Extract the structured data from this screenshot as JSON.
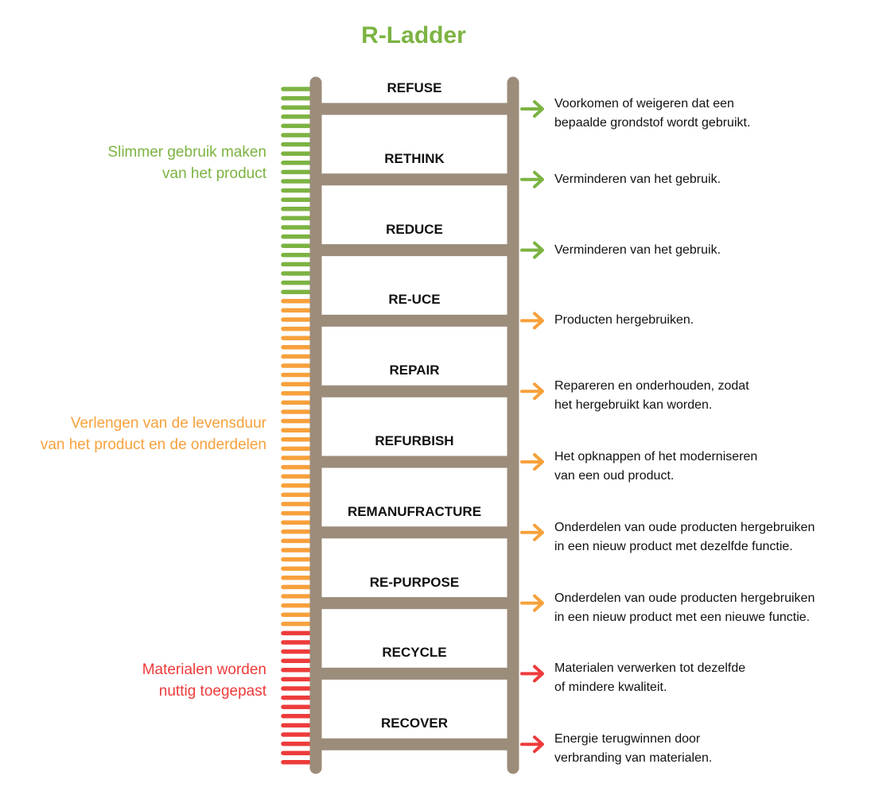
{
  "title": "R-Ladder",
  "colors": {
    "green": "#7cb342",
    "orange": "#f7a13c",
    "red": "#ee3b3b",
    "ladder": "#9c8c7a"
  },
  "groups": [
    {
      "lines": [
        "Slimmer gebruik maken",
        "van het product"
      ],
      "color": "#7cb342"
    },
    {
      "lines": [
        "Verlengen van de levensduur",
        "van het product en de onderdelen"
      ],
      "color": "#f7a13c"
    },
    {
      "lines": [
        "Materialen worden",
        "nuttig toegepast"
      ],
      "color": "#ee3b3b"
    }
  ],
  "rungs": [
    {
      "label": "REFUSE",
      "color": "#7cb342",
      "description": [
        "Voorkomen of weigeren dat een",
        "bepaalde grondstof wordt gebruikt."
      ]
    },
    {
      "label": "RETHINK",
      "color": "#7cb342",
      "description": [
        "Verminderen van het gebruik."
      ]
    },
    {
      "label": "REDUCE",
      "color": "#7cb342",
      "description": [
        "Verminderen van het gebruik."
      ]
    },
    {
      "label": "RE-UCE",
      "color": "#f7a13c",
      "description": [
        "Producten hergebruiken."
      ]
    },
    {
      "label": "REPAIR",
      "color": "#f7a13c",
      "description": [
        "Repareren en onderhouden, zodat",
        "het hergebruikt kan worden."
      ]
    },
    {
      "label": "REFURBISH",
      "color": "#f7a13c",
      "description": [
        "Het opknappen of het moderniseren",
        "van een oud product."
      ]
    },
    {
      "label": "REMANUFRACTURE",
      "color": "#f7a13c",
      "description": [
        "Onderdelen van oude producten hergebruiken",
        "in een nieuw product met dezelfde functie."
      ]
    },
    {
      "label": "RE-PURPOSE",
      "color": "#f7a13c",
      "description": [
        "Onderdelen van oude producten hergebruiken",
        "in een nieuw product met een nieuwe functie."
      ]
    },
    {
      "label": "RECYCLE",
      "color": "#ee3b3b",
      "description": [
        "Materialen verwerken tot dezelfde",
        "of mindere kwaliteit."
      ]
    },
    {
      "label": "RECOVER",
      "color": "#ee3b3b",
      "description": [
        "Energie terugwinnen door",
        "verbranding van materialen."
      ]
    }
  ]
}
